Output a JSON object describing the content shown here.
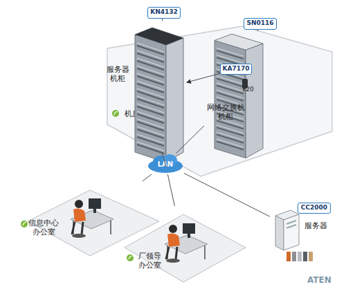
{
  "diagram": {
    "nodes": [
      {
        "text": [
          "机房"
        ]
      },
      {
        "text": [
          "服务器 机柜"
        ],
        "in": 0
      },
      {
        "text": [
          "网络交换机 机柜"
        ],
        "in": 0
      },
      {
        "text": [
          "KN4132"
        ]
      },
      {
        "text": [
          "KA7170"
        ]
      },
      {
        "text": [
          "SN0116"
        ]
      },
      {
        "text": [
          "LAN"
        ]
      },
      {
        "text": [
          "CC2000",
          "服务器"
        ]
      },
      {
        "text": [
          "信息中心 办公室"
        ]
      },
      {
        "text": [
          "厂领导 办公室"
        ]
      }
    ],
    "edges": [
      {
        "from": 3,
        "to": 1,
        "arrow": "none"
      },
      {
        "from": 4,
        "to": 1,
        "arrow": "to"
      },
      {
        "from": 5,
        "to": 2,
        "arrow": "none"
      },
      {
        "from": 1,
        "to": 6,
        "arrow": "none"
      },
      {
        "from": 2,
        "to": 6,
        "arrow": "none"
      },
      {
        "from": 6,
        "to": 8,
        "arrow": "none"
      },
      {
        "from": 6,
        "to": 9,
        "arrow": "none"
      },
      {
        "from": 6,
        "to": 7,
        "arrow": "none"
      }
    ],
    "labels": [
      "x20",
      "ATEN"
    ]
  }
}
